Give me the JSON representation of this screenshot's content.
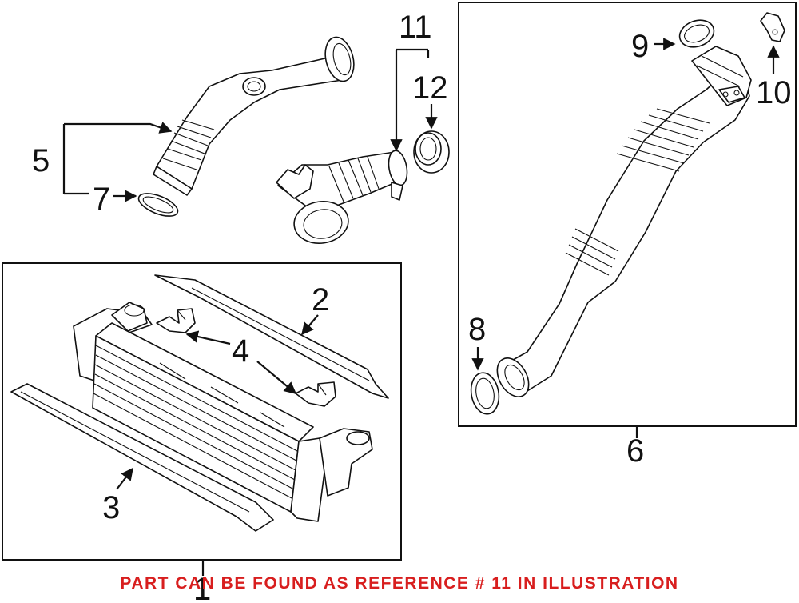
{
  "callouts": {
    "c1": "1",
    "c2": "2",
    "c3": "3",
    "c4": "4",
    "c5": "5",
    "c6": "6",
    "c7": "7",
    "c8": "8",
    "c9": "9",
    "c10": "10",
    "c11": "11",
    "c12": "12"
  },
  "footer": {
    "note": "PART CAN BE FOUND AS REFERENCE # 11 IN ILLUSTRATION",
    "color": "#d81e1e"
  }
}
